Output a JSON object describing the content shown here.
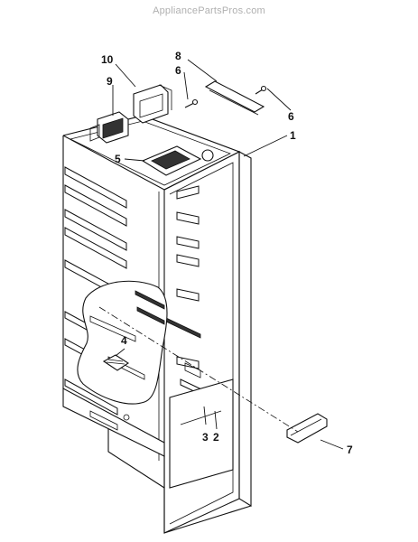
{
  "watermark": "AppliancePartsPros.com",
  "callouts": {
    "c1": "1",
    "c2": "2",
    "c3": "3",
    "c4": "4",
    "c5": "5",
    "c6a": "6",
    "c6b": "6",
    "c7": "7",
    "c8": "8",
    "c9": "9",
    "c10": "10"
  }
}
